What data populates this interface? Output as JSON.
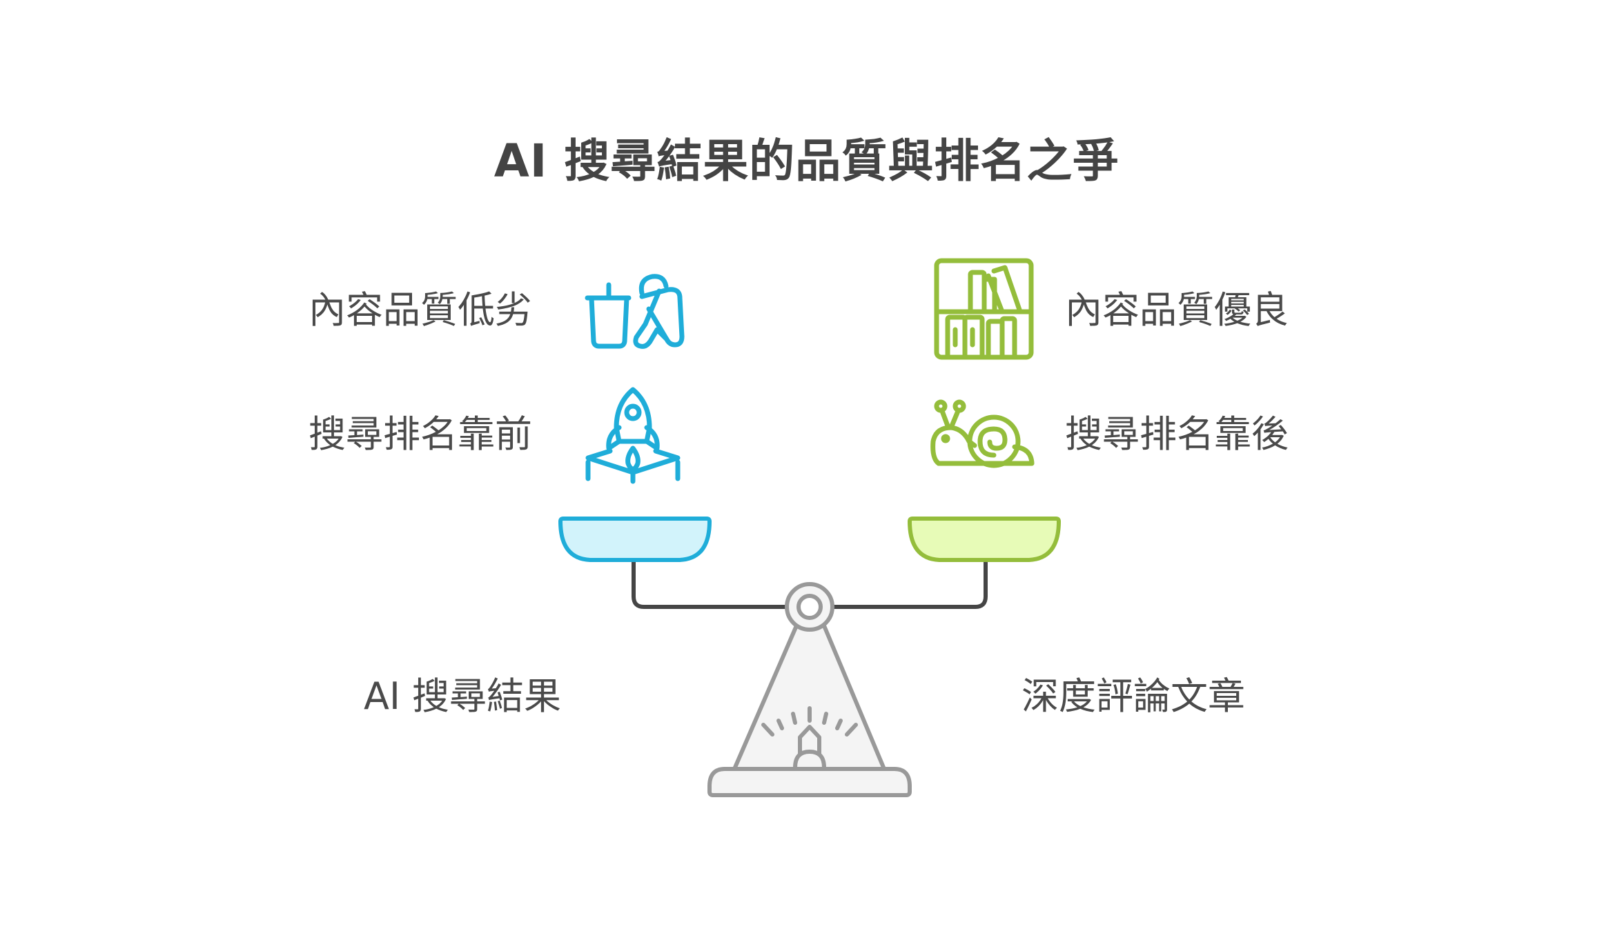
{
  "title": "AI 搜尋結果的品質與排名之爭",
  "left": {
    "quality_label": "內容品質低劣",
    "quality_icon": "trash-person-icon",
    "ranking_label": "搜尋排名靠前",
    "ranking_icon": "rocket-launch-icon",
    "subject_label": "AI 搜尋結果",
    "pan_color": "#1fadd9",
    "pan_fill": "#d2f3fb"
  },
  "right": {
    "quality_label": "內容品質優良",
    "quality_icon": "bookshelf-icon",
    "ranking_label": "搜尋排名靠後",
    "ranking_icon": "snail-icon",
    "subject_label": "深度評論文章",
    "pan_color": "#94bd3b",
    "pan_fill": "#e7fbb7"
  },
  "scale": {
    "icon": "balance-scale-icon",
    "beam_color": "#454545",
    "stand_stroke": "#999999",
    "stand_fill": "#f4f4f4"
  }
}
